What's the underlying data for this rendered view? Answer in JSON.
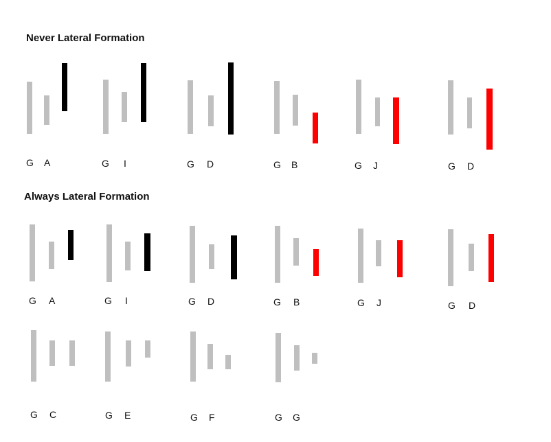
{
  "sections": [
    {
      "title": "Never Lateral Formation",
      "groups": [
        {
          "labels": [
            "G",
            "A"
          ],
          "bars": [
            "gray",
            "gray",
            "black"
          ]
        },
        {
          "labels": [
            "G",
            "I"
          ],
          "bars": [
            "gray",
            "gray",
            "black"
          ]
        },
        {
          "labels": [
            "G",
            "D"
          ],
          "bars": [
            "gray",
            "gray",
            "black"
          ]
        },
        {
          "labels": [
            "G",
            "B"
          ],
          "bars": [
            "gray",
            "gray",
            "red"
          ]
        },
        {
          "labels": [
            "G",
            "J"
          ],
          "bars": [
            "gray",
            "gray",
            "red"
          ]
        },
        {
          "labels": [
            "G",
            "D"
          ],
          "bars": [
            "gray",
            "gray",
            "red"
          ]
        }
      ]
    },
    {
      "title": "Always Lateral Formation",
      "groups": [
        {
          "labels": [
            "G",
            "A"
          ],
          "bars": [
            "gray",
            "gray",
            "black"
          ]
        },
        {
          "labels": [
            "G",
            "I"
          ],
          "bars": [
            "gray",
            "gray",
            "black"
          ]
        },
        {
          "labels": [
            "G",
            "D"
          ],
          "bars": [
            "gray",
            "gray",
            "black"
          ]
        },
        {
          "labels": [
            "G",
            "B"
          ],
          "bars": [
            "gray",
            "gray",
            "red"
          ]
        },
        {
          "labels": [
            "G",
            "J"
          ],
          "bars": [
            "gray",
            "gray",
            "red"
          ]
        },
        {
          "labels": [
            "G",
            "D"
          ],
          "bars": [
            "gray",
            "gray",
            "red"
          ]
        },
        {
          "labels": [
            "G",
            "C"
          ],
          "bars": [
            "gray",
            "gray",
            "gray"
          ]
        },
        {
          "labels": [
            "G",
            "E"
          ],
          "bars": [
            "gray",
            "gray",
            "gray"
          ]
        },
        {
          "labels": [
            "G",
            "F"
          ],
          "bars": [
            "gray",
            "gray",
            "gray"
          ]
        },
        {
          "labels": [
            "G",
            "G"
          ],
          "bars": [
            "gray",
            "gray",
            "gray"
          ]
        }
      ]
    }
  ],
  "colors": {
    "gray": "#bfbfbf",
    "black": "#000000",
    "red": "#ff0000"
  }
}
